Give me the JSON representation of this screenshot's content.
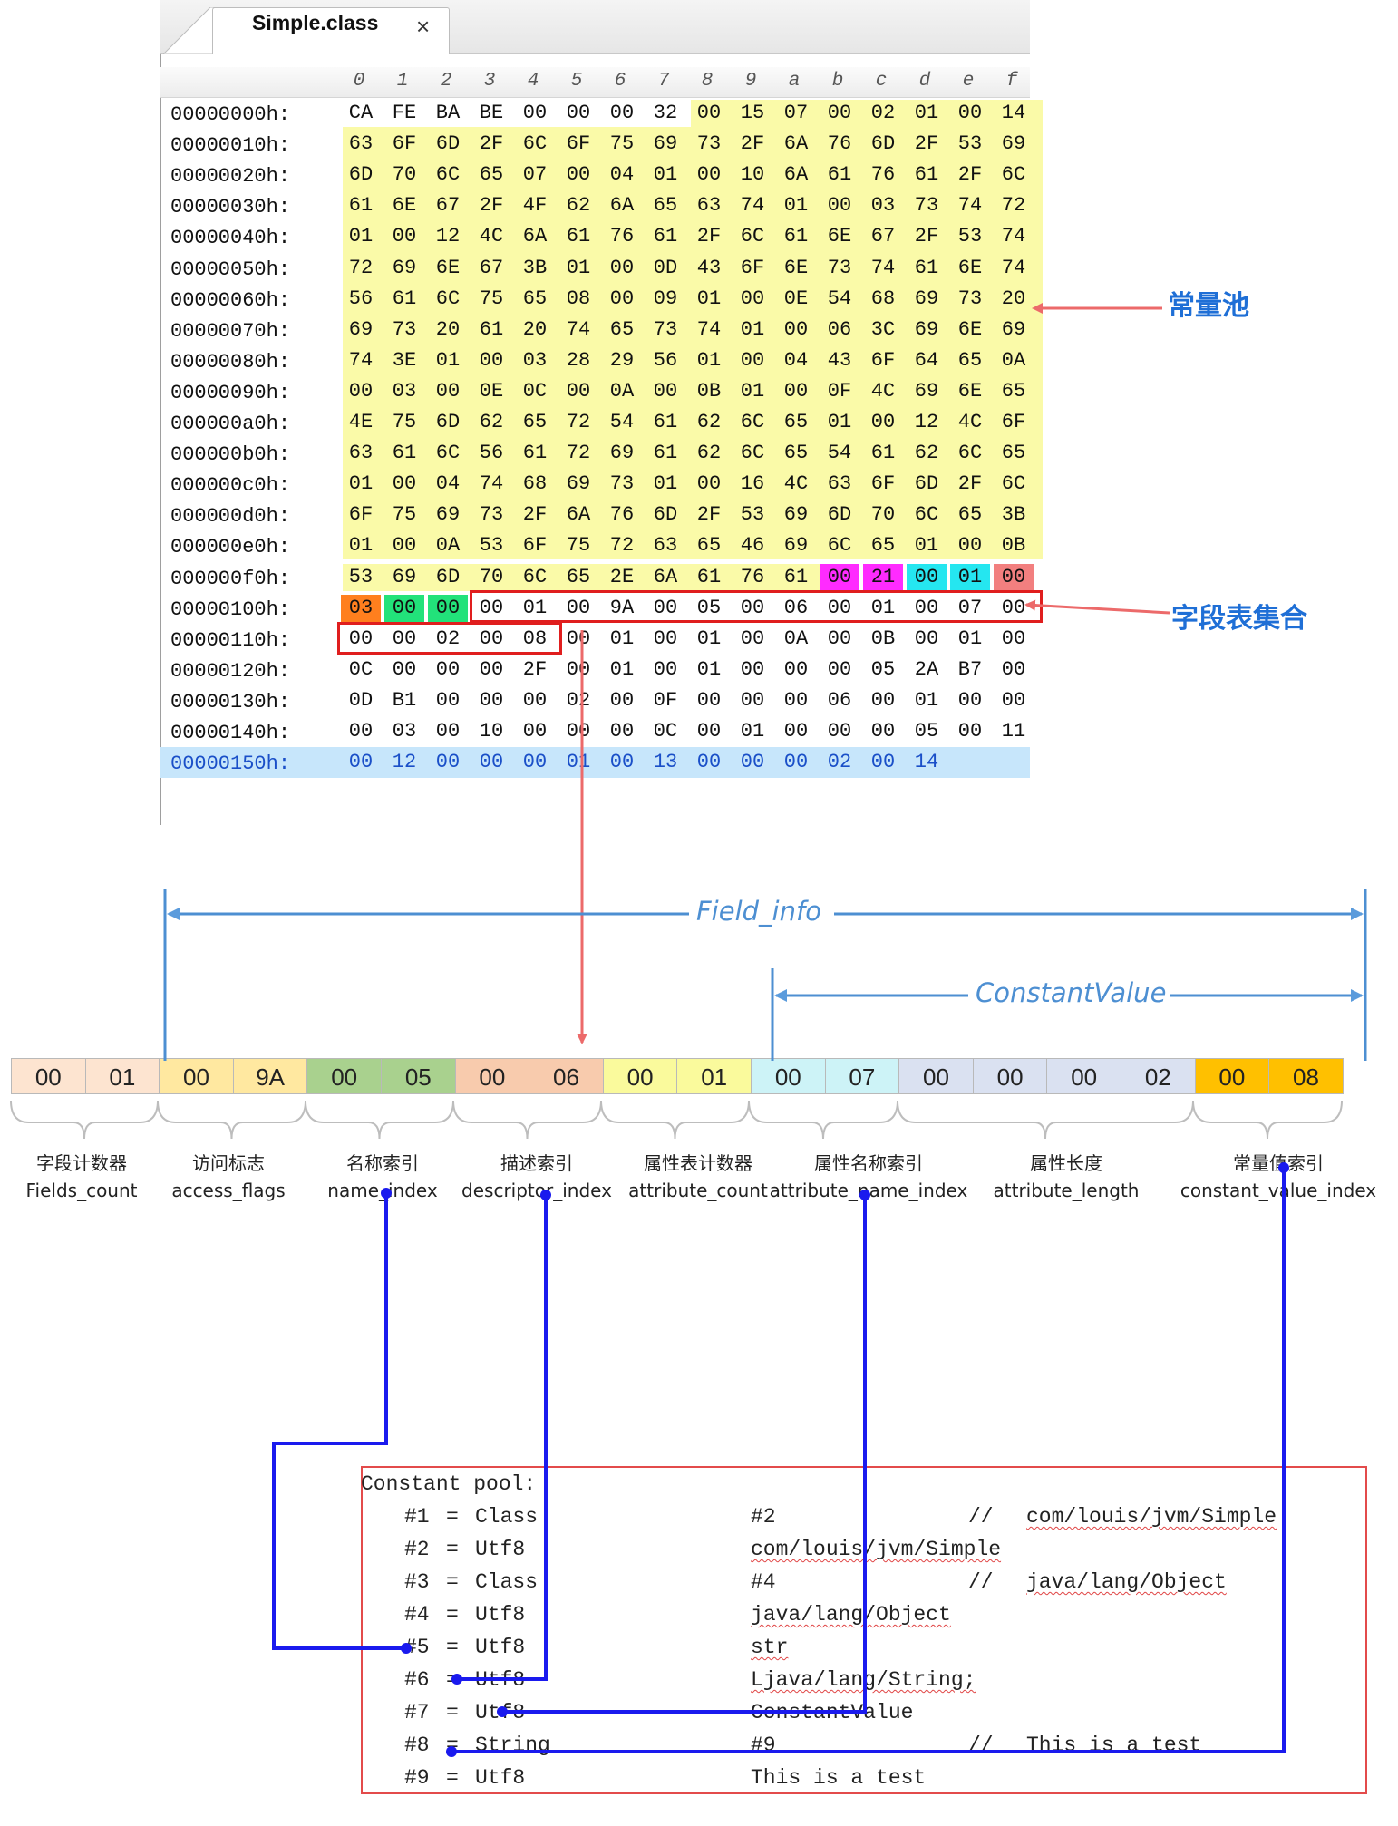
{
  "editor": {
    "tab_title": "Simple.class",
    "close_glyph": "×",
    "column_headers": [
      "0",
      "1",
      "2",
      "3",
      "4",
      "5",
      "6",
      "7",
      "8",
      "9",
      "a",
      "b",
      "c",
      "d",
      "e",
      "f"
    ],
    "rows": [
      {
        "addr": "00000000h:",
        "bytes": [
          "CA",
          "FE",
          "BA",
          "BE",
          "00",
          "00",
          "00",
          "32",
          "00",
          "15",
          "07",
          "00",
          "02",
          "01",
          "00",
          "14"
        ]
      },
      {
        "addr": "00000010h:",
        "bytes": [
          "63",
          "6F",
          "6D",
          "2F",
          "6C",
          "6F",
          "75",
          "69",
          "73",
          "2F",
          "6A",
          "76",
          "6D",
          "2F",
          "53",
          "69"
        ]
      },
      {
        "addr": "00000020h:",
        "bytes": [
          "6D",
          "70",
          "6C",
          "65",
          "07",
          "00",
          "04",
          "01",
          "00",
          "10",
          "6A",
          "61",
          "76",
          "61",
          "2F",
          "6C"
        ]
      },
      {
        "addr": "00000030h:",
        "bytes": [
          "61",
          "6E",
          "67",
          "2F",
          "4F",
          "62",
          "6A",
          "65",
          "63",
          "74",
          "01",
          "00",
          "03",
          "73",
          "74",
          "72"
        ]
      },
      {
        "addr": "00000040h:",
        "bytes": [
          "01",
          "00",
          "12",
          "4C",
          "6A",
          "61",
          "76",
          "61",
          "2F",
          "6C",
          "61",
          "6E",
          "67",
          "2F",
          "53",
          "74"
        ]
      },
      {
        "addr": "00000050h:",
        "bytes": [
          "72",
          "69",
          "6E",
          "67",
          "3B",
          "01",
          "00",
          "0D",
          "43",
          "6F",
          "6E",
          "73",
          "74",
          "61",
          "6E",
          "74"
        ]
      },
      {
        "addr": "00000060h:",
        "bytes": [
          "56",
          "61",
          "6C",
          "75",
          "65",
          "08",
          "00",
          "09",
          "01",
          "00",
          "0E",
          "54",
          "68",
          "69",
          "73",
          "20"
        ]
      },
      {
        "addr": "00000070h:",
        "bytes": [
          "69",
          "73",
          "20",
          "61",
          "20",
          "74",
          "65",
          "73",
          "74",
          "01",
          "00",
          "06",
          "3C",
          "69",
          "6E",
          "69"
        ]
      },
      {
        "addr": "00000080h:",
        "bytes": [
          "74",
          "3E",
          "01",
          "00",
          "03",
          "28",
          "29",
          "56",
          "01",
          "00",
          "04",
          "43",
          "6F",
          "64",
          "65",
          "0A"
        ]
      },
      {
        "addr": "00000090h:",
        "bytes": [
          "00",
          "03",
          "00",
          "0E",
          "0C",
          "00",
          "0A",
          "00",
          "0B",
          "01",
          "00",
          "0F",
          "4C",
          "69",
          "6E",
          "65"
        ]
      },
      {
        "addr": "000000a0h:",
        "bytes": [
          "4E",
          "75",
          "6D",
          "62",
          "65",
          "72",
          "54",
          "61",
          "62",
          "6C",
          "65",
          "01",
          "00",
          "12",
          "4C",
          "6F"
        ]
      },
      {
        "addr": "000000b0h:",
        "bytes": [
          "63",
          "61",
          "6C",
          "56",
          "61",
          "72",
          "69",
          "61",
          "62",
          "6C",
          "65",
          "54",
          "61",
          "62",
          "6C",
          "65"
        ]
      },
      {
        "addr": "000000c0h:",
        "bytes": [
          "01",
          "00",
          "04",
          "74",
          "68",
          "69",
          "73",
          "01",
          "00",
          "16",
          "4C",
          "63",
          "6F",
          "6D",
          "2F",
          "6C"
        ]
      },
      {
        "addr": "000000d0h:",
        "bytes": [
          "6F",
          "75",
          "69",
          "73",
          "2F",
          "6A",
          "76",
          "6D",
          "2F",
          "53",
          "69",
          "6D",
          "70",
          "6C",
          "65",
          "3B"
        ]
      },
      {
        "addr": "000000e0h:",
        "bytes": [
          "01",
          "00",
          "0A",
          "53",
          "6F",
          "75",
          "72",
          "63",
          "65",
          "46",
          "69",
          "6C",
          "65",
          "01",
          "00",
          "0B"
        ]
      },
      {
        "addr": "000000f0h:",
        "bytes": [
          "53",
          "69",
          "6D",
          "70",
          "6C",
          "65",
          "2E",
          "6A",
          "61",
          "76",
          "61",
          "00",
          "21",
          "00",
          "01",
          "00"
        ]
      },
      {
        "addr": "00000100h:",
        "bytes": [
          "03",
          "00",
          "00",
          "00",
          "01",
          "00",
          "9A",
          "00",
          "05",
          "00",
          "06",
          "00",
          "01",
          "00",
          "07",
          "00"
        ]
      },
      {
        "addr": "00000110h:",
        "bytes": [
          "00",
          "00",
          "02",
          "00",
          "08",
          "00",
          "01",
          "00",
          "01",
          "00",
          "0A",
          "00",
          "0B",
          "00",
          "01",
          "00"
        ]
      },
      {
        "addr": "00000120h:",
        "bytes": [
          "0C",
          "00",
          "00",
          "00",
          "2F",
          "00",
          "01",
          "00",
          "01",
          "00",
          "00",
          "00",
          "05",
          "2A",
          "B7",
          "00"
        ]
      },
      {
        "addr": "00000130h:",
        "bytes": [
          "0D",
          "B1",
          "00",
          "00",
          "00",
          "02",
          "00",
          "0F",
          "00",
          "00",
          "00",
          "06",
          "00",
          "01",
          "00",
          "00"
        ]
      },
      {
        "addr": "00000140h:",
        "bytes": [
          "00",
          "03",
          "00",
          "10",
          "00",
          "00",
          "00",
          "0C",
          "00",
          "01",
          "00",
          "00",
          "00",
          "05",
          "00",
          "11"
        ]
      },
      {
        "addr": "00000150h:",
        "bytes": [
          "00",
          "12",
          "00",
          "00",
          "00",
          "01",
          "00",
          "13",
          "00",
          "00",
          "00",
          "02",
          "00",
          "14"
        ]
      }
    ],
    "selected_row": 21,
    "byte_highlights": [
      {
        "row": 15,
        "col": 11,
        "color": "#ff2bff"
      },
      {
        "row": 15,
        "col": 12,
        "color": "#ff2bff"
      },
      {
        "row": 15,
        "col": 13,
        "color": "#25e6f0"
      },
      {
        "row": 15,
        "col": 14,
        "color": "#25e6f0"
      },
      {
        "row": 15,
        "col": 15,
        "color": "#f27f7f"
      },
      {
        "row": 16,
        "col": 0,
        "color": "#ff7f1e"
      },
      {
        "row": 16,
        "col": 1,
        "color": "#22e27a"
      },
      {
        "row": 16,
        "col": 2,
        "color": "#22e27a"
      }
    ]
  },
  "labels": {
    "constant_pool": "常量池",
    "field_table": "字段表集合"
  },
  "field_info": {
    "title": "Field_info",
    "sub_title": "ConstantValue",
    "cells": [
      {
        "value": "00",
        "color": "#fde4d0"
      },
      {
        "value": "01",
        "color": "#fde4d0"
      },
      {
        "value": "00",
        "color": "#ffe8a0"
      },
      {
        "value": "9A",
        "color": "#ffe8a0"
      },
      {
        "value": "00",
        "color": "#a9d18e"
      },
      {
        "value": "05",
        "color": "#a9d18e"
      },
      {
        "value": "00",
        "color": "#f8cbad"
      },
      {
        "value": "06",
        "color": "#f8cbad"
      },
      {
        "value": "00",
        "color": "#fafa9c"
      },
      {
        "value": "01",
        "color": "#fafa9c"
      },
      {
        "value": "00",
        "color": "#cdf3f7"
      },
      {
        "value": "07",
        "color": "#cdf3f7"
      },
      {
        "value": "00",
        "color": "#dae1f1"
      },
      {
        "value": "00",
        "color": "#dae1f1"
      },
      {
        "value": "00",
        "color": "#dae1f1"
      },
      {
        "value": "02",
        "color": "#dae1f1"
      },
      {
        "value": "00",
        "color": "#ffc000"
      },
      {
        "value": "08",
        "color": "#ffc000"
      }
    ],
    "descriptions": [
      {
        "cn": "字段计数器",
        "en": "Fields_count"
      },
      {
        "cn": "访问标志",
        "en": "access_flags"
      },
      {
        "cn": "名称索引",
        "en": "name_index"
      },
      {
        "cn": "描述索引",
        "en": "descriptor_index"
      },
      {
        "cn": "属性表计数器",
        "en": "attribute_count"
      },
      {
        "cn": "属性名称索引",
        "en": "attribute_name_index"
      },
      {
        "cn": "属性长度",
        "en": "attribute_length"
      },
      {
        "cn": "常量值索引",
        "en": "constant_value_index"
      }
    ]
  },
  "constant_pool": {
    "header": "Constant pool:",
    "entries": [
      {
        "idx": "#1",
        "eq": "=",
        "type": "Class",
        "val": "#2",
        "comment": "//",
        "ref": "com/louis/jvm/Simple"
      },
      {
        "idx": "#2",
        "eq": "=",
        "type": "Utf8",
        "val": "com/louis/jvm/Simple",
        "comment": "",
        "ref": ""
      },
      {
        "idx": "#3",
        "eq": "=",
        "type": "Class",
        "val": "#4",
        "comment": "//",
        "ref": "java/lang/Object"
      },
      {
        "idx": "#4",
        "eq": "=",
        "type": "Utf8",
        "val": "java/lang/Object",
        "comment": "",
        "ref": ""
      },
      {
        "idx": "#5",
        "eq": "=",
        "type": "Utf8",
        "val": "str",
        "comment": "",
        "ref": ""
      },
      {
        "idx": "#6",
        "eq": "=",
        "type": "Utf8",
        "val": "Ljava/lang/String;",
        "comment": "",
        "ref": ""
      },
      {
        "idx": "#7",
        "eq": "=",
        "type": "Utf8",
        "val": "ConstantValue",
        "comment": "",
        "ref": ""
      },
      {
        "idx": "#8",
        "eq": "=",
        "type": "String",
        "val": "#9",
        "comment": "//",
        "ref": "This is a test"
      },
      {
        "idx": "#9",
        "eq": "=",
        "type": "Utf8",
        "val": "This is a test",
        "comment": "",
        "ref": ""
      }
    ]
  },
  "colors": {
    "constant_pool_bg": "#fafaa8",
    "highlight_box": "#e01e1e",
    "connector_blue": "#1a1aee",
    "arrow_red": "#ec6a6a",
    "span_blue": "#4d8fd2"
  }
}
